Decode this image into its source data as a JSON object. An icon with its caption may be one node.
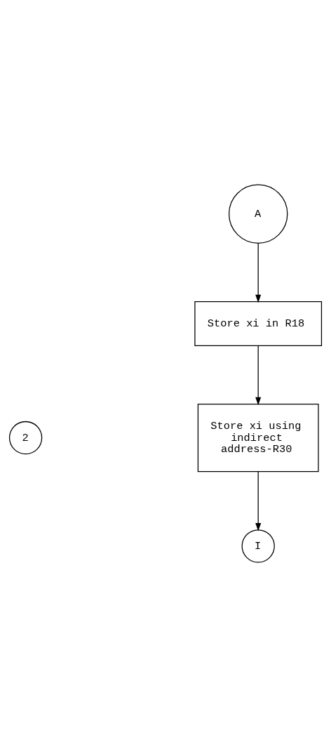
{
  "diagram": {
    "nodes": [
      {
        "text": [
          "A"
        ]
      },
      {
        "text": [
          "Store xi in R18"
        ]
      },
      {
        "text": [
          "2"
        ]
      },
      {
        "text": [
          "Store xi using indirect address-R30"
        ]
      },
      {
        "text": [
          "I"
        ]
      }
    ],
    "edges": [
      {
        "from": 0,
        "to": 1,
        "arrow": "to"
      },
      {
        "from": 1,
        "to": 3,
        "arrow": "to"
      },
      {
        "from": 3,
        "to": 4,
        "arrow": "to"
      }
    ]
  }
}
